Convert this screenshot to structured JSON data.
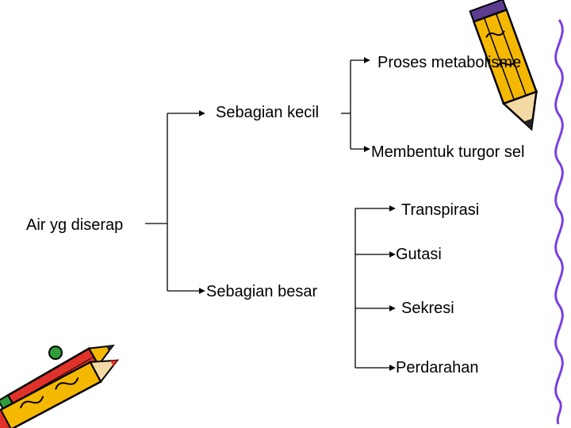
{
  "diagram": {
    "root": "Air yg diserap",
    "branches": [
      {
        "label": "Sebagian kecil",
        "children": [
          "Proses metabolisme",
          "Membentuk turgor sel"
        ]
      },
      {
        "label": "Sebagian besar",
        "children": [
          "Transpirasi",
          "Gutasi",
          "Sekresi",
          "Perdarahan"
        ]
      }
    ]
  },
  "decorations": {
    "pencil_top_right": "pencil-icon",
    "pencils_bottom_left": "pencils-icon",
    "wavy_line_right": "wavy-line",
    "colors": {
      "pencil_yellow": "#f4b800",
      "pencil_red": "#e0312a",
      "pencil_green": "#2f9e3a",
      "wavy_purple": "#7b3fe0",
      "line_black": "#000000"
    }
  }
}
